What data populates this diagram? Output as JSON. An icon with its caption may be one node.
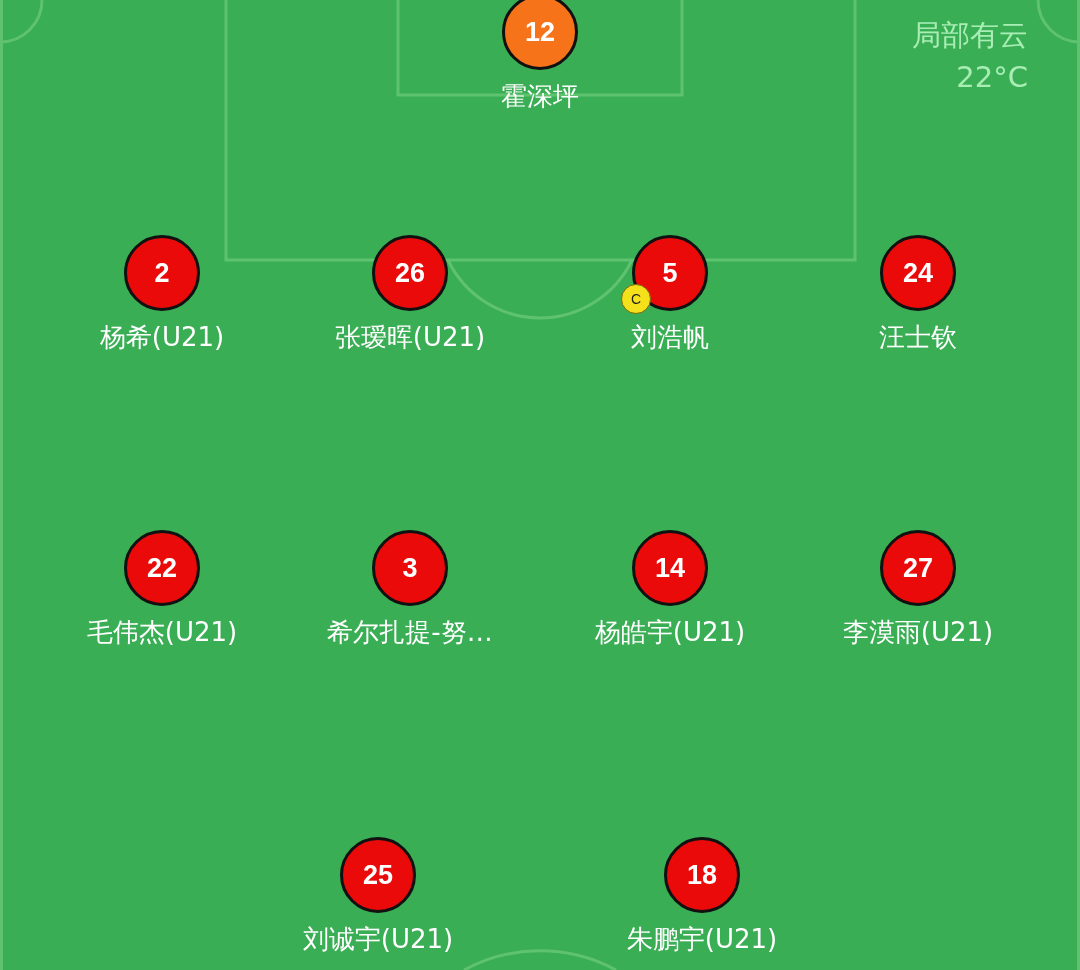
{
  "diagram": {
    "nodes": [
      {
        "text": [
          "12"
        ],
        "beside": [
          "霍深坪"
        ]
      },
      {
        "text": [
          "2"
        ],
        "beside": [
          "杨希(U21)"
        ]
      },
      {
        "text": [
          "26"
        ],
        "beside": [
          "张瑷晖(U21)"
        ]
      },
      {
        "text": [
          "5"
        ],
        "beside": [
          "刘浩帆"
        ]
      },
      {
        "text": [
          "24"
        ],
        "beside": [
          "汪士钦"
        ]
      },
      {
        "text": [
          "C"
        ]
      },
      {
        "text": [
          "22"
        ],
        "beside": [
          "毛伟杰(U21)"
        ]
      },
      {
        "text": [
          "3"
        ],
        "beside": [
          "希尔扎提-努…"
        ]
      },
      {
        "text": [
          "14"
        ],
        "beside": [
          "杨皓宇(U21)"
        ]
      },
      {
        "text": [
          "27"
        ],
        "beside": [
          "李漠雨(U21)"
        ]
      },
      {
        "text": [
          "25"
        ],
        "beside": [
          "刘诚宇(U21)"
        ]
      },
      {
        "text": [
          "18"
        ],
        "beside": [
          "朱鹏宇(U21)"
        ]
      }
    ],
    "labels": [
      "局部有云",
      "22°C"
    ]
  }
}
